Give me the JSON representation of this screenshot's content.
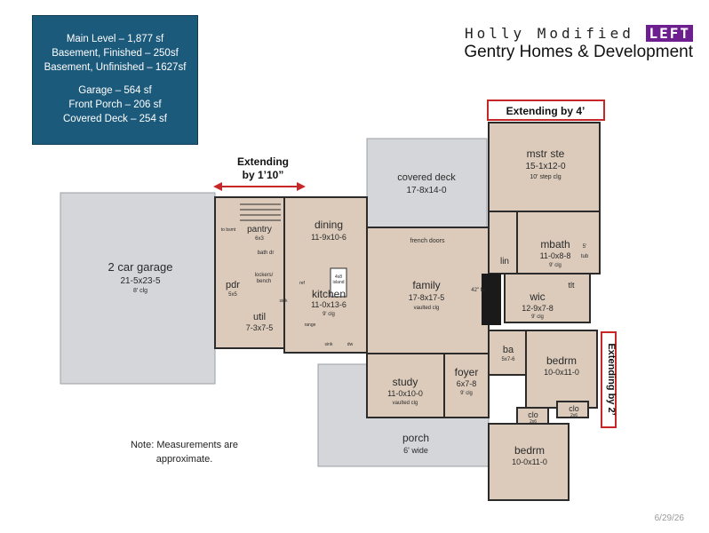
{
  "info": {
    "main_level": "Main Level – 1,877 sf",
    "basement_finished": "Basement, Finished – 250sf",
    "basement_unfinished": "Basement, Unfinished – 1627sf",
    "garage": "Garage – 564 sf",
    "front_porch": "Front Porch – 206 sf",
    "covered_deck": "Covered Deck – 254 sf"
  },
  "header": {
    "model": "Holly Modified",
    "model_tag": "LEFT",
    "company": "Gentry Homes & Development"
  },
  "annotations": {
    "extend_master_1": "Extending by 4’",
    "extend_dining_1": "Extending",
    "extend_dining_2": "by 1’10”",
    "extend_bedroom": "Extending by 2’"
  },
  "rooms": {
    "garage": {
      "name": "2 car garage",
      "dim": "21-5x23-5",
      "note": "8' clg"
    },
    "covered_deck": {
      "name": "covered deck",
      "dim": "17-8x14-0"
    },
    "mstr_ste": {
      "name": "mstr ste",
      "dim": "15-1x12-0",
      "note": "10' step clg"
    },
    "dining": {
      "name": "dining",
      "dim": "11-9x10-6"
    },
    "pantry": {
      "name": "pantry",
      "dim": "6x3"
    },
    "to_bsmt": {
      "name": "to bsmt"
    },
    "bath_dr": {
      "name": "bath dr"
    },
    "pdr": {
      "name": "pdr",
      "dim": "5x5"
    },
    "lockers": {
      "name": "lockers/",
      "name2": "bench"
    },
    "kitchen": {
      "name": "kitchen",
      "dim": "11-0x13-6",
      "note": "9' clg"
    },
    "island": {
      "name": "4x8",
      "name2": "island"
    },
    "ref": {
      "name": "ref"
    },
    "sink_small": {
      "name": "sink"
    },
    "range": {
      "name": "range"
    },
    "sink": {
      "name": "sink"
    },
    "dw": {
      "name": "dw"
    },
    "util": {
      "name": "util",
      "dim": "7-3x7-5"
    },
    "french_doors": {
      "name": "french doors"
    },
    "family": {
      "name": "family",
      "dim": "17-8x17-5",
      "note": "vaulted clg"
    },
    "fp": {
      "name": "42\" fp"
    },
    "lin": {
      "name": "lin"
    },
    "mbath": {
      "name": "mbath",
      "dim": "11-0x8-8",
      "note": "9' clg"
    },
    "tub": {
      "name": "5'",
      "name2": "tub"
    },
    "tlt": {
      "name": "tlt"
    },
    "wic": {
      "name": "wic",
      "dim": "12-9x7-8",
      "note": "9' clg"
    },
    "ba": {
      "name": "ba",
      "dim": "5x7-6"
    },
    "bedrm1": {
      "name": "bedrm",
      "dim": "10-0x11-0"
    },
    "study": {
      "name": "study",
      "dim": "11-0x10-0",
      "note": "vaulted clg"
    },
    "foyer": {
      "name": "foyer",
      "dim": "6x7-8",
      "note": "9' clg"
    },
    "clo1": {
      "name": "clo",
      "dim": "2x6"
    },
    "clo2": {
      "name": "clo",
      "dim": "2x6"
    },
    "porch": {
      "name": "porch",
      "dim": "6' wide"
    },
    "bedrm2": {
      "name": "bedrm",
      "dim": "10-0x11-0"
    }
  },
  "note": {
    "line1": "Note: Measurements are",
    "line2": "approximate."
  },
  "date": "6/29/26",
  "colors": {
    "info_bg": "#1c5a7c",
    "tag_bg": "#6d1f8f",
    "room_fill": "#dccbbb",
    "outdoor_fill": "#d4d6d9",
    "wall": "#2b2b2b",
    "callout": "#c8272a"
  }
}
